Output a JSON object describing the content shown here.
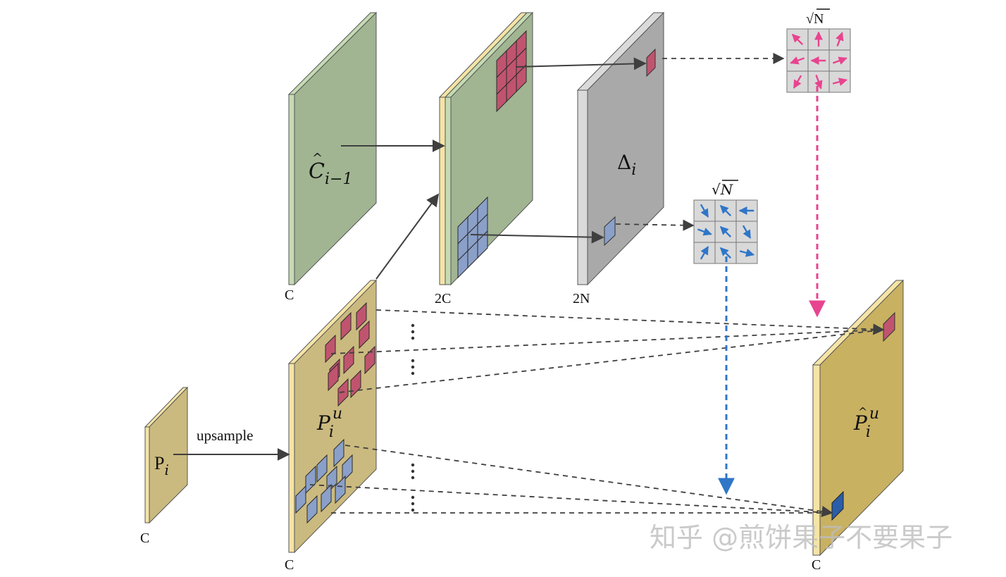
{
  "labels": {
    "c_prev_main": "C",
    "c_prev_sub": "i−1",
    "delta_main": "Δ",
    "delta_sub": "i",
    "pu_main": "P",
    "pu_sub": "i",
    "pu_sup": "u",
    "phat_main": "P",
    "phat_sub": "i",
    "phat_sup": "u",
    "pi_main": "P",
    "pi_sub": "i",
    "upsample": "upsample",
    "dim_c_prev": "C",
    "dim_concat": "2C",
    "dim_delta": "2N",
    "dim_pi": "C",
    "dim_pu": "C",
    "dim_phat": "C",
    "sqrtN_top": "√N",
    "sqrtN_mid": "√N",
    "watermark": "知乎 @煎饼果子不要果子"
  },
  "colors": {
    "green_face": "#a1b592",
    "green_side": "#c5dbb3",
    "yellow_side": "#f5e4a6",
    "gold_face": "#cbba7f",
    "gold_face_dark": "#c9b162",
    "gray_face": "#a9a9a9",
    "gray_side": "#dadada",
    "red_patch": "#c0546f",
    "blue_patch": "#8aa0c9",
    "blue_dark": "#2f68b8",
    "pink_arrow": "#e8448f",
    "blue_arrow": "#2f76c8",
    "grid_bg": "#d9d9d9",
    "line": "#3f3f3f"
  },
  "icons": {
    "arrow_grid_red": "offset-arrows-grid",
    "arrow_grid_blue": "offset-arrows-grid"
  }
}
